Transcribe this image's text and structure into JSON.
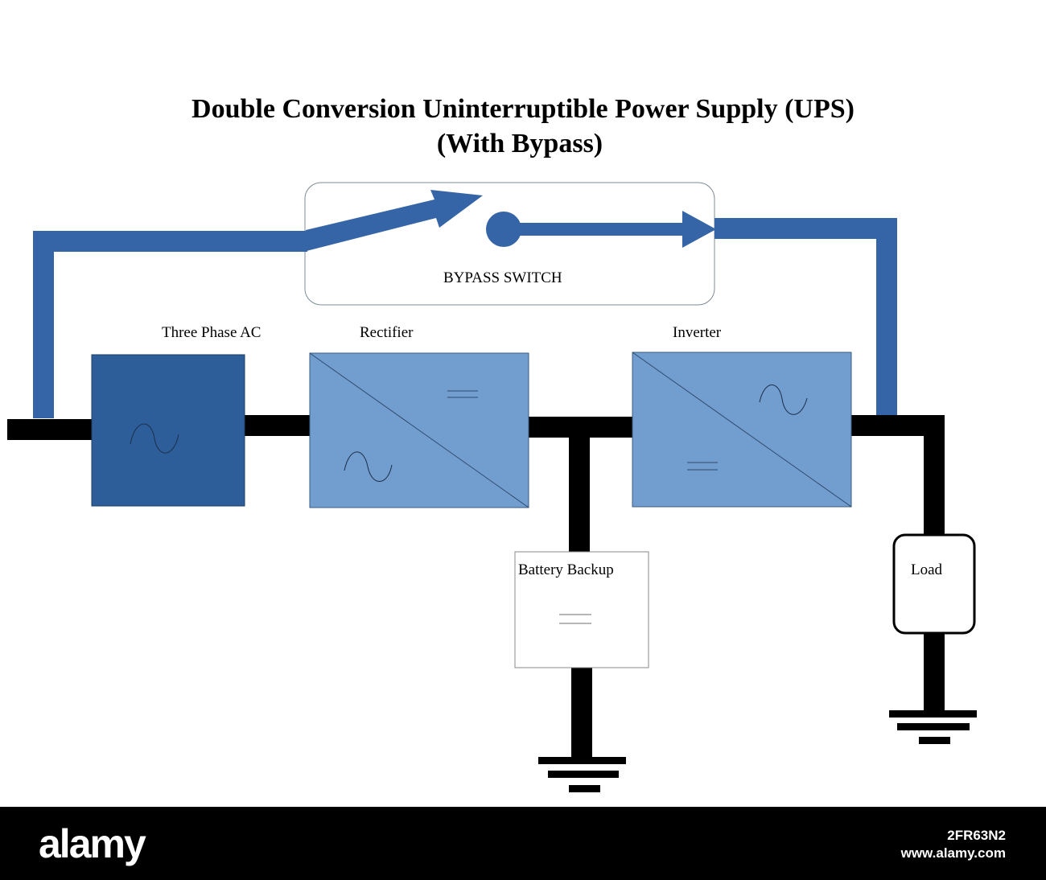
{
  "title": {
    "line1": "Double Conversion Uninterruptible Power Supply (UPS)",
    "line2": "(With Bypass)"
  },
  "blocks": {
    "ac": "Three Phase AC",
    "rectifier": "Rectifier",
    "inverter": "Inverter",
    "battery": "Battery Backup",
    "load": "Load",
    "bypass": "BYPASS SWITCH"
  },
  "footer": {
    "logo": "alamy",
    "image_id": "2FR63N2",
    "url": "www.alamy.com"
  },
  "colors": {
    "ac_block": "#2d5e9a",
    "converter_block": "#729dcf",
    "bypass_line": "#3565a7",
    "wire": "#000000"
  }
}
